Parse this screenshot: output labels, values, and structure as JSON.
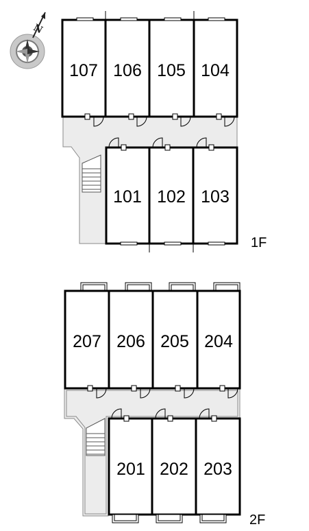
{
  "compass": {
    "north_label": "N",
    "icon": "compass-rose-icon"
  },
  "floors": [
    {
      "id": "1F",
      "label": "1F",
      "top_row": [
        "107",
        "106",
        "105",
        "104"
      ],
      "bottom_row": [
        "101",
        "102",
        "103"
      ]
    },
    {
      "id": "2F",
      "label": "2F",
      "top_row": [
        "207",
        "206",
        "205",
        "204"
      ],
      "bottom_row": [
        "201",
        "202",
        "203"
      ]
    }
  ],
  "colors": {
    "walls": "#000000",
    "corridor": "#ececec",
    "corridor_outline": "#8a8a8a"
  }
}
